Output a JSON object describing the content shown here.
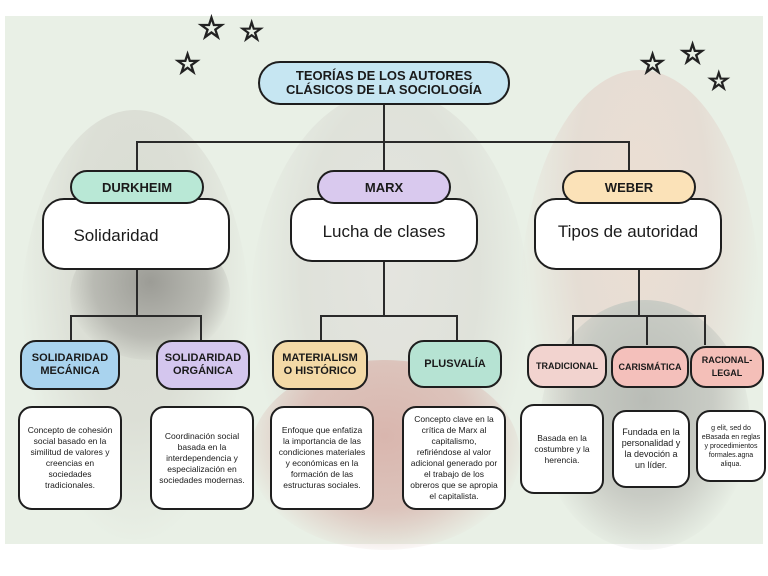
{
  "title": "TEORÍAS DE LOS AUTORES CLÁSICOS DE LA SOCIOLOGÍA",
  "colors": {
    "background": "#e9f0e6",
    "title": "#c6e6f2",
    "durkheim": "#b9e8d6",
    "marx": "#d9c9ee",
    "weber": "#fbe2b8",
    "solidaridad_mecanica": "#a9d3ee",
    "solidaridad_organica": "#d4c6ee",
    "materialismo": "#f3d9a6",
    "plusvalia": "#b6e3d3",
    "tradicional": "#f2d3cf",
    "carismatica": "#f4c0bb",
    "racional_legal": "#f4bfb8"
  },
  "authors": {
    "durkheim": {
      "name": "DURKHEIM",
      "theme": "Solidaridad",
      "concepts": [
        {
          "label": "SOLIDARIDAD MECÁNICA",
          "description": "Concepto de cohesión social basado en la similitud de valores y creencias en sociedades tradicionales."
        },
        {
          "label": "SOLIDARIDAD ORGÁNICA",
          "description": "Coordinación social basada en la interdependencia y especialización en sociedades modernas."
        }
      ]
    },
    "marx": {
      "name": "MARX",
      "theme": "Lucha de clases",
      "concepts": [
        {
          "label": "MATERIALISMO HISTÓRICO",
          "description": "Enfoque que enfatiza la importancia de las condiciones materiales y económicas en la formación de las estructuras sociales."
        },
        {
          "label": "PLUSVALÍA",
          "description": "Concepto clave en la crítica de Marx al capitalismo, refiriéndose al valor adicional generado por el trabajo de los obreros que se apropia el capitalista."
        }
      ]
    },
    "weber": {
      "name": "WEBER",
      "theme": "Tipos de autoridad",
      "concepts": [
        {
          "label": "TRADICIONAL",
          "description": "Basada en la costumbre y la herencia."
        },
        {
          "label": "CARISMÁTICA",
          "description": "Fundada en la personalidad y la devoción a un líder."
        },
        {
          "label": "RACIONAL-LEGAL",
          "description": "g elit, sed do eBasada en reglas y procedimientos formales.agna aliqua."
        }
      ]
    }
  }
}
